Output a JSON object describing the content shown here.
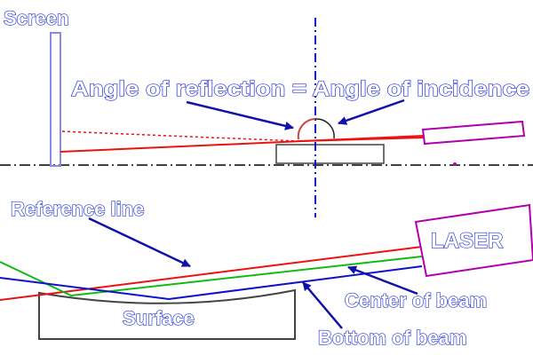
{
  "labels": {
    "screen": "Screen",
    "angle_rule": "Angle of reflection = Angle of incidence",
    "reference_line": "Reference line",
    "laser": "LASER",
    "center_of_beam": "Center of beam",
    "surface": "Surface",
    "bottom_of_beam": "Bottom of beam"
  },
  "colors": {
    "label_outline": "#2233dd",
    "screen": "#8a8ae6",
    "laser_housing": "#b000b0",
    "reference_line": "#ee1111",
    "center_of_beam": "#11bb11",
    "bottom_of_beam": "#1111cc",
    "pointer": "#1111aa",
    "surface": "#444444",
    "normal_line": "#1111cc",
    "angle_arc": "#cc4444"
  }
}
